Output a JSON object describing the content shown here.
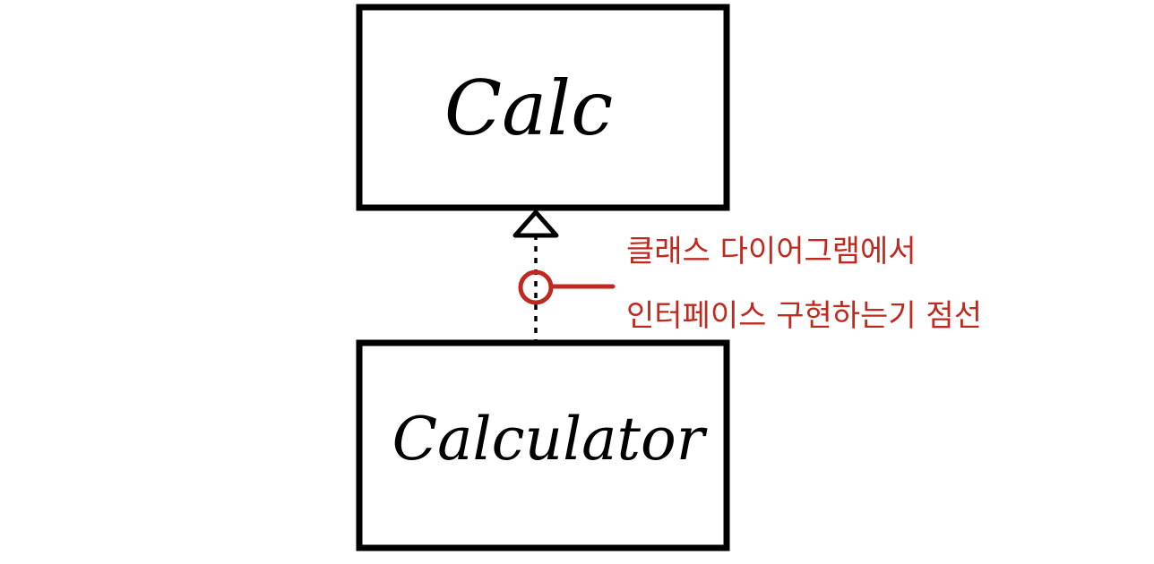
{
  "diagram": {
    "interface_class": {
      "name": "Calc"
    },
    "implementing_class": {
      "name": "Calculator"
    },
    "annotation": {
      "line1": "클래스 다이어그램에서",
      "line2": "인터페이스 구현하는기 점선"
    },
    "colors": {
      "box_stroke": "#000000",
      "annotation": "#c0291f"
    }
  }
}
